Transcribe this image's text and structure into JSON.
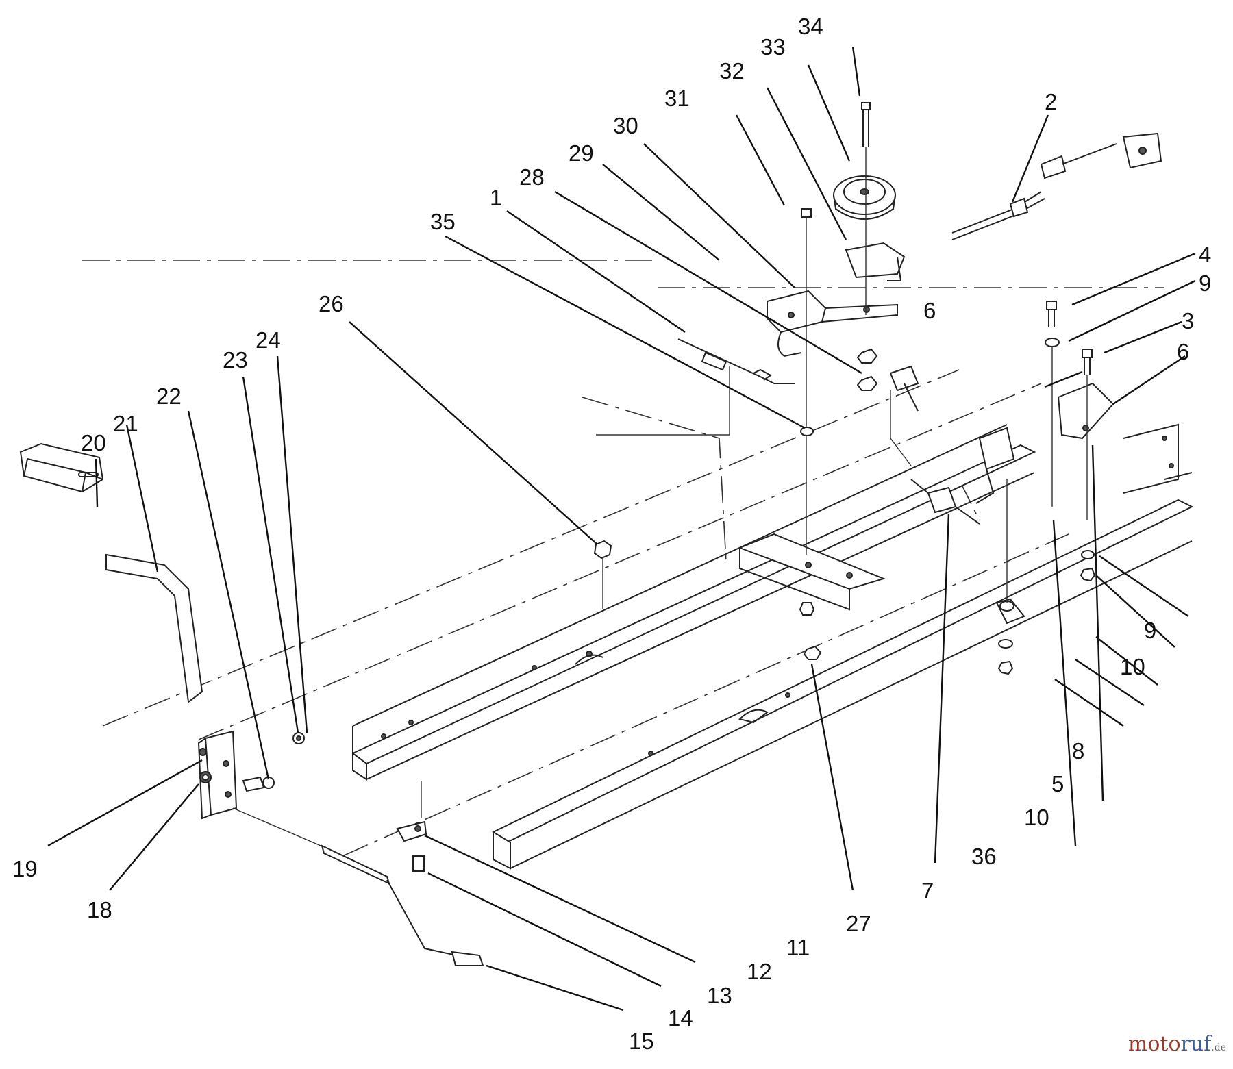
{
  "labels": [
    {
      "id": "l34",
      "text": "34"
    },
    {
      "id": "l33",
      "text": "33"
    },
    {
      "id": "l32",
      "text": "32"
    },
    {
      "id": "l31",
      "text": "31"
    },
    {
      "id": "l30",
      "text": "30"
    },
    {
      "id": "l29",
      "text": "29"
    },
    {
      "id": "l28",
      "text": "28"
    },
    {
      "id": "l1",
      "text": "1"
    },
    {
      "id": "l35",
      "text": "35"
    },
    {
      "id": "l2",
      "text": "2"
    },
    {
      "id": "l26",
      "text": "26"
    },
    {
      "id": "l24",
      "text": "24"
    },
    {
      "id": "l23",
      "text": "23"
    },
    {
      "id": "l22",
      "text": "22"
    },
    {
      "id": "l21",
      "text": "21"
    },
    {
      "id": "l20",
      "text": "20"
    },
    {
      "id": "l4",
      "text": "4"
    },
    {
      "id": "l9a",
      "text": "9"
    },
    {
      "id": "l3",
      "text": "3"
    },
    {
      "id": "l6a",
      "text": "6"
    },
    {
      "id": "l6b",
      "text": "6"
    },
    {
      "id": "l9b",
      "text": "9"
    },
    {
      "id": "l10a",
      "text": "10"
    },
    {
      "id": "l8",
      "text": "8"
    },
    {
      "id": "l5",
      "text": "5"
    },
    {
      "id": "l10b",
      "text": "10"
    },
    {
      "id": "l36",
      "text": "36"
    },
    {
      "id": "l7",
      "text": "7"
    },
    {
      "id": "l27",
      "text": "27"
    },
    {
      "id": "l11",
      "text": "11"
    },
    {
      "id": "l12",
      "text": "12"
    },
    {
      "id": "l13",
      "text": "13"
    },
    {
      "id": "l14",
      "text": "14"
    },
    {
      "id": "l15",
      "text": "15"
    },
    {
      "id": "l19",
      "text": "19"
    },
    {
      "id": "l18",
      "text": "18"
    }
  ],
  "watermark": {
    "part1": "moto",
    "part2": "ruf",
    "suffix": ".de"
  }
}
